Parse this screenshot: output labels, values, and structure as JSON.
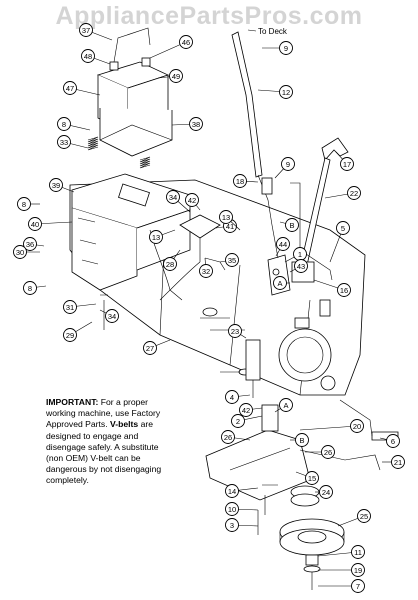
{
  "watermark": "AppliancePartsPros.com",
  "deck_label": "To Deck",
  "note": {
    "important": "IMPORTANT:",
    "part1": " For a proper working machine, use Factory Approved Parts. ",
    "vbelts": "V-belts",
    "part2": " are designed to engage and disengage safely. A substitute (non OEM) V-belt can be dangerous by not disengaging completely."
  },
  "callouts": [
    {
      "n": "37"
    },
    {
      "n": "48"
    },
    {
      "n": "46"
    },
    {
      "n": "49"
    },
    {
      "n": "47"
    },
    {
      "n": "38"
    },
    {
      "n": "8"
    },
    {
      "n": "33"
    },
    {
      "n": "39"
    },
    {
      "n": "8"
    },
    {
      "n": "40"
    },
    {
      "n": "36"
    },
    {
      "n": "30"
    },
    {
      "n": "8"
    },
    {
      "n": "31"
    },
    {
      "n": "34"
    },
    {
      "n": "29"
    },
    {
      "n": "27"
    },
    {
      "n": "42"
    },
    {
      "n": "34"
    },
    {
      "n": "13"
    },
    {
      "n": "41"
    },
    {
      "n": "28"
    },
    {
      "n": "32"
    },
    {
      "n": "35"
    },
    {
      "n": "13"
    },
    {
      "n": "9"
    },
    {
      "n": "12"
    },
    {
      "n": "18"
    },
    {
      "n": "9"
    },
    {
      "n": "17"
    },
    {
      "n": "22"
    },
    {
      "n": "B"
    },
    {
      "n": "44"
    },
    {
      "n": "1"
    },
    {
      "n": "43"
    },
    {
      "n": "A"
    },
    {
      "n": "16"
    },
    {
      "n": "5"
    },
    {
      "n": "23"
    },
    {
      "n": "4"
    },
    {
      "n": "42"
    },
    {
      "n": "2"
    },
    {
      "n": "A"
    },
    {
      "n": "20"
    },
    {
      "n": "26"
    },
    {
      "n": "B"
    },
    {
      "n": "6"
    },
    {
      "n": "26"
    },
    {
      "n": "21"
    },
    {
      "n": "15"
    },
    {
      "n": "14"
    },
    {
      "n": "24"
    },
    {
      "n": "10"
    },
    {
      "n": "3"
    },
    {
      "n": "25"
    },
    {
      "n": "11"
    },
    {
      "n": "19"
    },
    {
      "n": "7"
    }
  ]
}
